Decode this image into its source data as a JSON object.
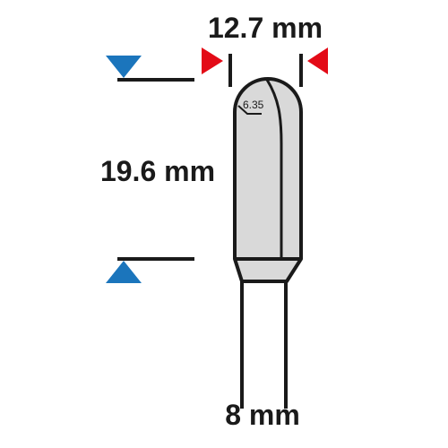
{
  "diagram": {
    "labels": {
      "width": "12.7 mm",
      "height": "19.6 mm",
      "shank": "8 mm",
      "radius": "6.35"
    },
    "colors": {
      "outline": "#1a1a1a",
      "body_fill": "#d9d9d9",
      "width_arrows": "#e30b17",
      "height_arrows": "#1b75bc",
      "background": "#ffffff"
    }
  }
}
